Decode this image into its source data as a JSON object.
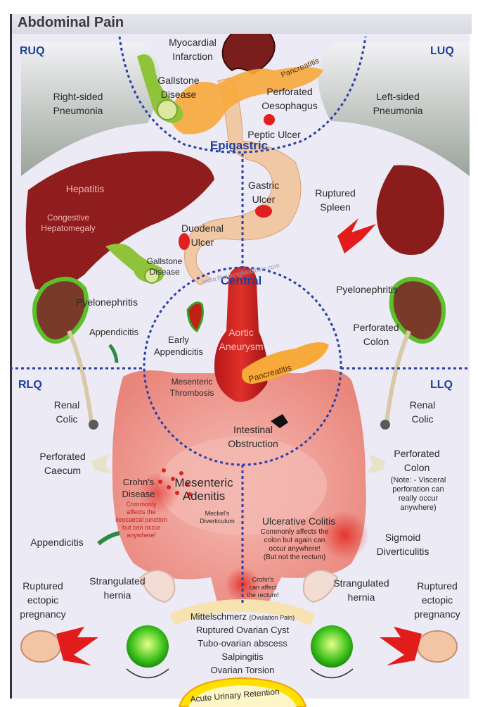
{
  "title": "Abdominal Pain",
  "quadrants": {
    "ruq": "RUQ",
    "luq": "LUQ",
    "rlq": "RLQ",
    "llq": "LLQ"
  },
  "zones": {
    "epigastric": "Epigastric",
    "central": "Central"
  },
  "labels": {
    "myocardial_1": "Myocardial",
    "myocardial_2": "Infarction",
    "pancreatitis_top": "Pancreatitis",
    "gallstone_top_1": "Gallstone",
    "gallstone_top_2": "Disease",
    "perforated_oes_1": "Perforated",
    "perforated_oes_2": "Oesophagus",
    "right_pneu_1": "Right-sided",
    "right_pneu_2": "Pneumonia",
    "left_pneu_1": "Left-sided",
    "left_pneu_2": "Pneumonia",
    "peptic_ulcer": "Peptic Ulcer",
    "gastric_1": "Gastric",
    "gastric_2": "Ulcer",
    "ruptured_spleen_1": "Ruptured",
    "ruptured_spleen_2": "Spleen",
    "hepatitis": "Hepatitis",
    "congestive_1": "Congestive",
    "congestive_2": "Hepatomegaly",
    "duodenal_1": "Duodenal",
    "duodenal_2": "Ulcer",
    "gallstone_mid_1": "Gallstone",
    "gallstone_mid_2": "Disease",
    "pyelo_right": "Pyelonephritis",
    "pyelo_left": "Pyelonephritis",
    "appendicitis_upper": "Appendicitis",
    "early_app_1": "Early",
    "early_app_2": "Appendicitis",
    "aortic_1": "Aortic",
    "aortic_2": "Aneurysm",
    "perforated_colon_top_1": "Perforated",
    "perforated_colon_top_2": "Colon",
    "pancreatitis_mid": "Pancreatitis",
    "mesenteric_thromb_1": "Mesenteric",
    "mesenteric_thromb_2": "Thrombosis",
    "renal_left_1": "Renal",
    "renal_left_2": "Colic",
    "renal_right_1": "Renal",
    "renal_right_2": "Colic",
    "intestinal_1": "Intestinal",
    "intestinal_2": "Obstruction",
    "perf_caecum_1": "Perforated",
    "perf_caecum_2": "Caecum",
    "perf_colon_low_1": "Perforated",
    "perf_colon_low_2": "Colon",
    "note_1": "(Note: - Visceral",
    "note_2": "perforation can",
    "note_3": "really occur",
    "note_4": "anywhere)",
    "crohns_1": "Crohn's",
    "crohns_2": "Disease",
    "crohns_note_1": "Commonly",
    "crohns_note_2": "affects the",
    "crohns_note_3": "ileocaecal junction",
    "crohns_note_4": "but can occur",
    "crohns_note_5": "anywhere!",
    "mes_adenitis_1": "Mesenteric",
    "mes_adenitis_2": "Adenitis",
    "meckels_1": "Meckel's",
    "meckels_2": "Diverticulum",
    "ulc_colitis": "Ulcerative Colitis",
    "ulc_note_1": "Commonly affects the",
    "ulc_note_2": "colon but again can",
    "ulc_note_3": "occur anywhere!",
    "ulc_note_4": "(But not the rectum)",
    "appendicitis_lower": "Appendicitis",
    "sigmoid_1": "Sigmoid",
    "sigmoid_2": "Diverticulitis",
    "ectopic_left_1": "Ruptured",
    "ectopic_left_2": "ectopic",
    "ectopic_left_3": "pregnancy",
    "ectopic_right_1": "Ruptured",
    "ectopic_right_2": "ectopic",
    "ectopic_right_3": "pregnancy",
    "strang_left_1": "Strangulated",
    "strang_left_2": "hernia",
    "strang_right_1": "Strangulated",
    "strang_right_2": "hernia",
    "crohns_rect_1": "Crohn's",
    "crohns_rect_2": "can affect",
    "crohns_rect_3": "the rectum!",
    "mittel_main": "Mittelschmerz",
    "mittel_sub": "(Ovulation Pain)",
    "ruptured_cyst": "Ruptured Ovarian Cyst",
    "tubo": "Tubo-ovarian abscess",
    "salpingitis": "Salpingitis",
    "torsion": "Ovarian Torsion",
    "urinary": "Acute Urinary Retention",
    "watermark": "www.PicturingMedicine.com"
  },
  "colors": {
    "quadrant_text": "#1f3f9e",
    "divider": "#2a3fa8",
    "liver": "#8f1d1d",
    "bowel": "#ef9a92",
    "organ_red": "#d4271f",
    "pancreas": "#f7a93a",
    "gallbladder": "#8fc43a",
    "lung": "#c9d2c6"
  }
}
